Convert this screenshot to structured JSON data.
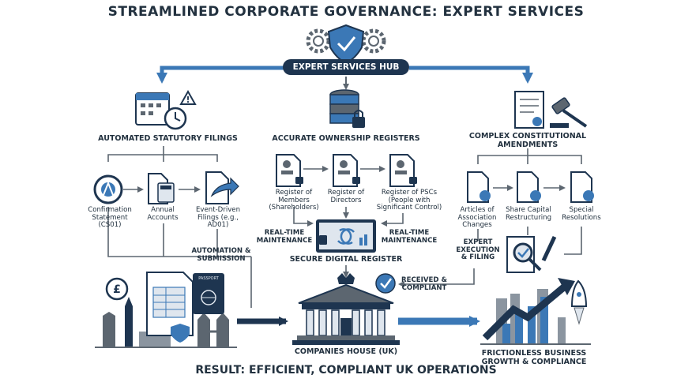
{
  "title": "STREAMLINED CORPORATE GOVERNANCE: EXPERT SERVICES",
  "hub": "EXPERT SERVICES HUB",
  "left": {
    "heading": "AUTOMATED STATUTORY FILINGS",
    "items": [
      "Confirmation Statement (CS01)",
      "Annual Accounts",
      "Event-Driven Filings (e.g., AD01)"
    ],
    "flow": "AUTOMATION & SUBMISSION"
  },
  "middle": {
    "heading": "ACCURATE OWNERSHIP REGISTERS",
    "items": [
      "Register of Members (Shareholders)",
      "Register of Directors",
      "Register of PSCs (People with Significant Control)"
    ],
    "maintenance_left": "REAL-TIME MAINTENANCE",
    "maintenance_right": "REAL-TIME MAINTENANCE",
    "register": "SECURE DIGITAL REGISTER",
    "received": "RECEIVED & COMPLIANT"
  },
  "right": {
    "heading": "COMPLEX CONSTITUTIONAL AMENDMENTS",
    "items": [
      "Articles of Association Changes",
      "Share Capital Restructuring",
      "Special Resolutions"
    ],
    "execution": "EXPERT EXECUTION & FILING"
  },
  "passport": "PASSPORT",
  "companies_house": "COMPANIES HOUSE (UK)",
  "result": "RESULT: EFFICIENT, COMPLIANT UK OPERATIONS",
  "outcome": "FRICTIONLESS BUSINESS GROWTH & COMPLIANCE",
  "colors": {
    "navy": "#1e3550",
    "blue": "#3b78b6",
    "gray": "#5c6670",
    "light": "#dfe6ee"
  }
}
